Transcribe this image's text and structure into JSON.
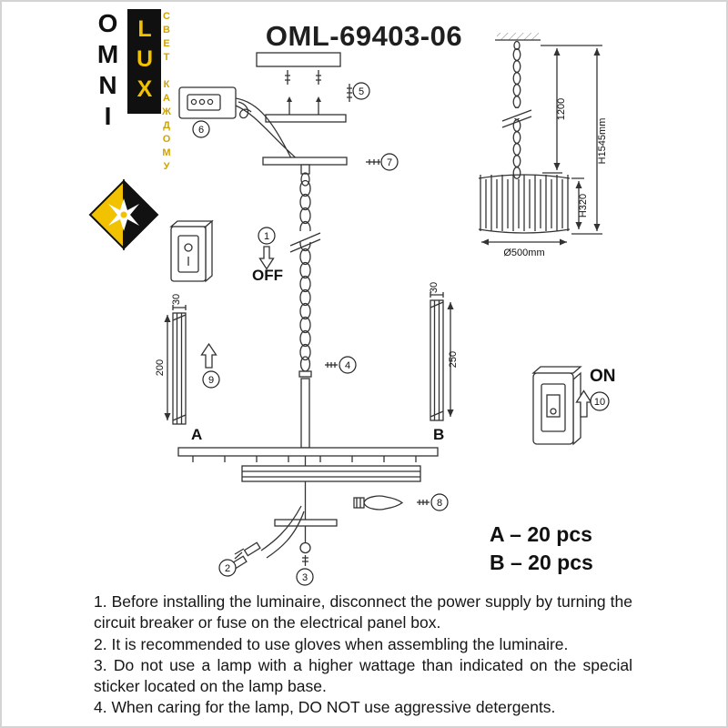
{
  "page": {
    "title": "OML-69403-06"
  },
  "brand": {
    "omni": "OMNI",
    "lux": "LUX",
    "tagline": "СВЕТ КАЖДОМУ",
    "accent_color": "#f2c200",
    "black": "#111111"
  },
  "switches": {
    "off": "OFF",
    "on": "ON"
  },
  "callouts": {
    "1": "1",
    "2": "2",
    "3": "3",
    "4": "4",
    "5": "5",
    "6": "6",
    "7": "7",
    "8": "8",
    "9": "9",
    "10": "10"
  },
  "parts": {
    "a": {
      "label": "A",
      "qty": "A – 20 pcs",
      "width": "30",
      "length": "200"
    },
    "b": {
      "label": "B",
      "qty": "B – 20 pcs",
      "width": "30",
      "length": "250"
    }
  },
  "dimensions": {
    "chain_length": "1200",
    "total_height": "H1545mm",
    "body_height": "H320",
    "diameter": "Ø500mm"
  },
  "instructions": [
    "1. Before installing the luminaire, disconnect the power supply by turning the circuit breaker or fuse on the electrical panel box.",
    "2. It is recommended to use gloves when assembling the luminaire.",
    "3. Do not use a lamp with a higher wattage than indicated on the special sticker located on the lamp base.",
    "4. When caring for the lamp, DO NOT use aggressive detergents."
  ]
}
